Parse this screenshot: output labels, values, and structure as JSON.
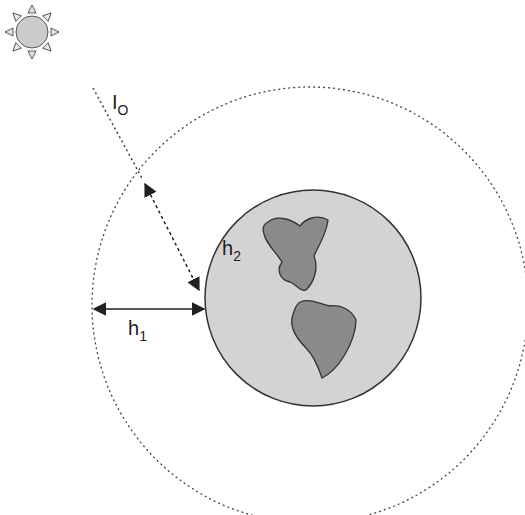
{
  "diagram": {
    "labels": [
      "IO",
      "h2",
      "h1"
    ]
  }
}
